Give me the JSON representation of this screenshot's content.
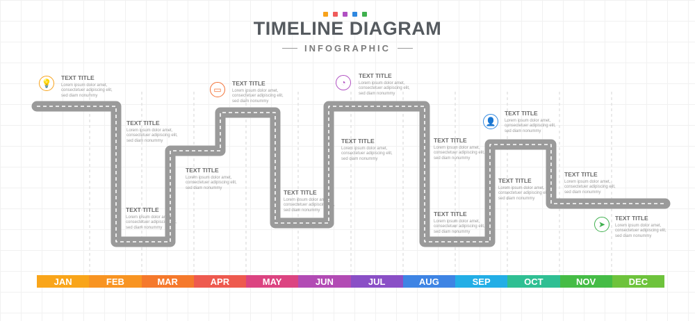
{
  "header": {
    "title": "TIMELINE DIAGRAM",
    "subtitle": "INFOGRAPHIC",
    "dot_colors": [
      "#f7a21b",
      "#ef5b5b",
      "#b04fc2",
      "#2f88e0",
      "#3fb04e"
    ]
  },
  "items": [
    {
      "title": "TEXT TITLE",
      "body": "Lorem ipsum dolor amet, consectetuer adipiscing elit, sed diam nonummy",
      "icon": "lightbulb-icon",
      "icon_color": "#f7a21b"
    },
    {
      "title": "TEXT TITLE",
      "body": "Lorem ipsum dolor amet, consectetuer adipiscing elit, sed diam nonummy"
    },
    {
      "title": "TEXT TITLE",
      "body": "Lorem ipsum dolor amet, consectetuer adipiscing elit, sed diam nonummy"
    },
    {
      "title": "TEXT TITLE",
      "body": "Lorem ipsum dolor amet, consectetuer adipiscing elit, sed diam nonummy"
    },
    {
      "title": "TEXT TITLE",
      "body": "Lorem ipsum dolor amet, consectetuer adipiscing elit, sed diam nonummy",
      "icon": "laptop-icon",
      "icon_color": "#f26f33"
    },
    {
      "title": "TEXT TITLE",
      "body": "Lorem ipsum dolor amet, consectetuer adipiscing elit, sed diam nonummy"
    },
    {
      "title": "TEXT TITLE",
      "body": "Lorem ipsum dolor amet, consectetuer adipiscing elit, sed diam nonummy",
      "icon": "pie-chart-icon",
      "icon_color": "#b04fc2"
    },
    {
      "title": "TEXT TITLE",
      "body": "Lorem ipsum dolor amet, consectetuer adipiscing elit, sed diam nonummy"
    },
    {
      "title": "TEXT TITLE",
      "body": "Lorem ipsum dolor amet, consectetuer adipiscing elit, sed diam nonummy"
    },
    {
      "title": "TEXT TITLE",
      "body": "Lorem ipsum dolor amet, consectetuer adipiscing elit, sed diam nonummy"
    },
    {
      "title": "TEXT TITLE",
      "body": "Lorem ipsum dolor amet, consectetuer adipiscing elit, sed diam nonummy"
    },
    {
      "title": "TEXT TITLE",
      "body": "Lorem ipsum dolor amet, consectetuer adipiscing elit, sed diam nonummy",
      "icon": "user-icon",
      "icon_color": "#2f88e0"
    },
    {
      "title": "TEXT TITLE",
      "body": "Lorem ipsum dolor amet, consectetuer adipiscing elit, sed diam nonummy"
    },
    {
      "title": "TEXT TITLE",
      "body": "Lorem ipsum dolor amet, consectetuer adipiscing elit, sed diam nonummy",
      "icon": "paper-plane-icon",
      "icon_color": "#3fb04e"
    }
  ],
  "months": [
    {
      "label": "JAN",
      "color": "#f9a51a"
    },
    {
      "label": "FEB",
      "color": "#f89422"
    },
    {
      "label": "MAR",
      "color": "#f5792c"
    },
    {
      "label": "APR",
      "color": "#ee5a4f"
    },
    {
      "label": "MAY",
      "color": "#dc4481"
    },
    {
      "label": "JUN",
      "color": "#b24bb4"
    },
    {
      "label": "JUL",
      "color": "#8a4fc6"
    },
    {
      "label": "AUG",
      "color": "#3e84e4"
    },
    {
      "label": "SEP",
      "color": "#23aee6"
    },
    {
      "label": "OCT",
      "color": "#2fbf93"
    },
    {
      "label": "NOV",
      "color": "#45bc46"
    },
    {
      "label": "DEC",
      "color": "#6ec33c"
    }
  ]
}
